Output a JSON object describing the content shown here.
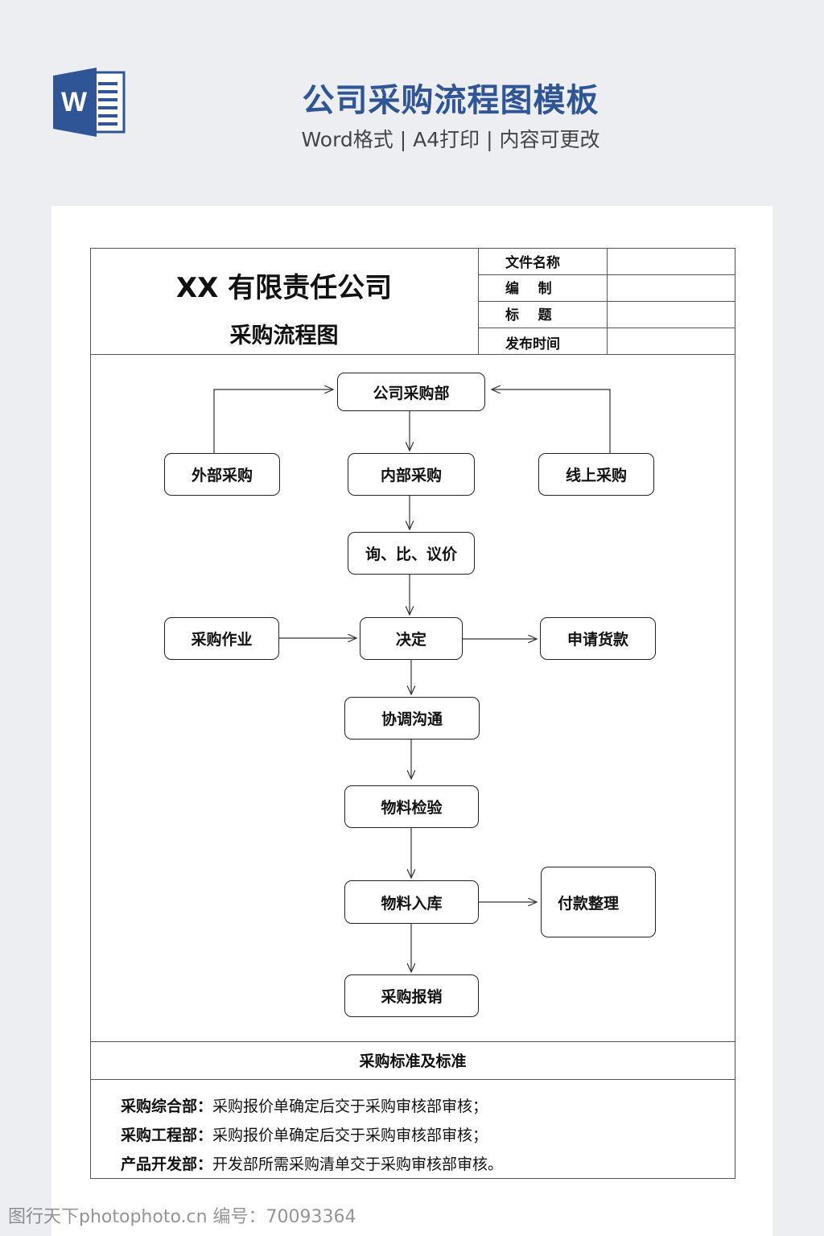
{
  "banner": {
    "title": "公司采购流程图模板",
    "subtitle": "Word格式 | A4打印 | 内容可更改",
    "icon_letter": "W"
  },
  "header": {
    "company": "XX 有限责任公司",
    "doc_type": "采购流程图",
    "meta": [
      {
        "label": "文件名称",
        "value": ""
      },
      {
        "label": "编    制",
        "value": ""
      },
      {
        "label": "标    题",
        "value": ""
      },
      {
        "label": "发布时间",
        "value": ""
      }
    ]
  },
  "flow": {
    "company_dept": "公司采购部",
    "external": "外部采购",
    "internal": "内部采购",
    "online": "线上采购",
    "inquiry": "询、比、议价",
    "operation": "采购作业",
    "decision": "决定",
    "payment_request": "申请货款",
    "coordinate": "协调沟通",
    "inspection": "物料检验",
    "warehousing": "物料入库",
    "payment": "付款整理",
    "reimburse": "采购报销"
  },
  "standards": {
    "title": "采购标准及标准",
    "rows": [
      {
        "dept": "采购综合部：",
        "text": "采购报价单确定后交于采购审核部审核；"
      },
      {
        "dept": "采购工程部：",
        "text": "采购报价单确定后交于采购审核部审核；"
      },
      {
        "dept": "产品开发部：",
        "text": "开发部所需采购清单交于采购审核部审核。"
      }
    ]
  },
  "watermark": "图行天下photophoto.cn  编号：70093364",
  "colors": {
    "accent": "#2f5597",
    "background": "#edeef1"
  }
}
